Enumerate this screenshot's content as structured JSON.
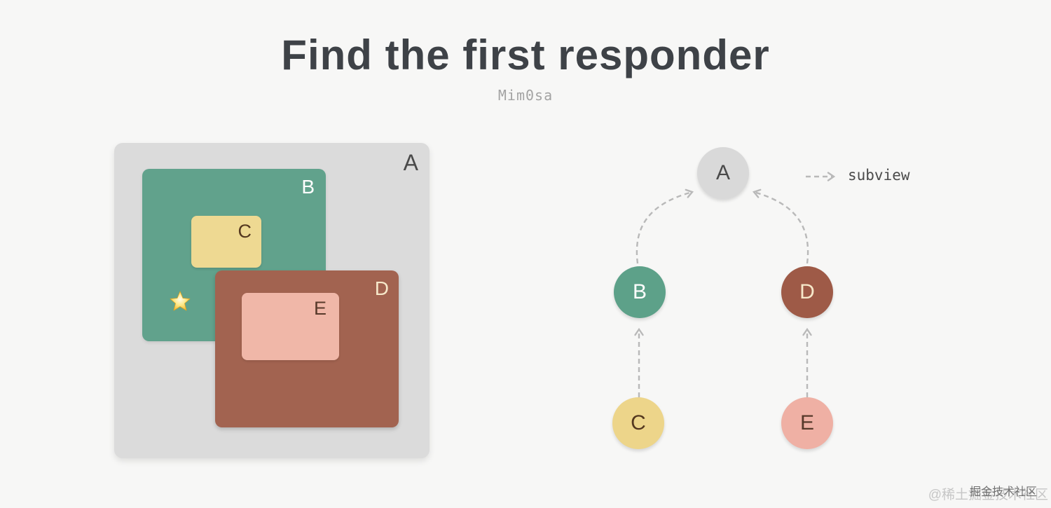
{
  "header": {
    "title": "Find the first responder",
    "subtitle": "Mim0sa"
  },
  "hierarchy_diagram": {
    "views": [
      {
        "id": "A",
        "label": "A",
        "color": "#dbdbdb",
        "label_color": "#4a4a4a"
      },
      {
        "id": "B",
        "label": "B",
        "color": "#61a28c",
        "label_color": "#ffffff"
      },
      {
        "id": "C",
        "label": "C",
        "color": "#eed992",
        "label_color": "#54381f"
      },
      {
        "id": "D",
        "label": "D",
        "color": "#a26350",
        "label_color": "#f6e8ca"
      },
      {
        "id": "E",
        "label": "E",
        "color": "#f0b7a8",
        "label_color": "#57392a"
      }
    ],
    "star_icon": "glowing-star"
  },
  "tree_diagram": {
    "nodes": [
      {
        "id": "A",
        "label": "A",
        "color": "#d9d9d9",
        "label_color": "#4a4a4a"
      },
      {
        "id": "B",
        "label": "B",
        "color": "#5da189",
        "label_color": "#ffffff"
      },
      {
        "id": "D",
        "label": "D",
        "color": "#9e5a47",
        "label_color": "#f6e8ca"
      },
      {
        "id": "C",
        "label": "C",
        "color": "#edd58a",
        "label_color": "#54381f"
      },
      {
        "id": "E",
        "label": "E",
        "color": "#efb0a4",
        "label_color": "#57392a"
      }
    ],
    "edges": [
      {
        "from": "B",
        "to": "A"
      },
      {
        "from": "D",
        "to": "A"
      },
      {
        "from": "C",
        "to": "B"
      },
      {
        "from": "E",
        "to": "D"
      }
    ],
    "legend": {
      "arrow_icon": "dashed-arrow-right",
      "label": "subview"
    }
  },
  "watermark": {
    "light_text": "@稀土掘金技术社区",
    "dark_text": "掘金技术社区"
  },
  "colors": {
    "background": "#f7f7f6",
    "title": "#3e4247",
    "subtitle": "#a3a3a3",
    "arrow": "#b9b9b9",
    "legend_text": "#4b4b4b"
  }
}
